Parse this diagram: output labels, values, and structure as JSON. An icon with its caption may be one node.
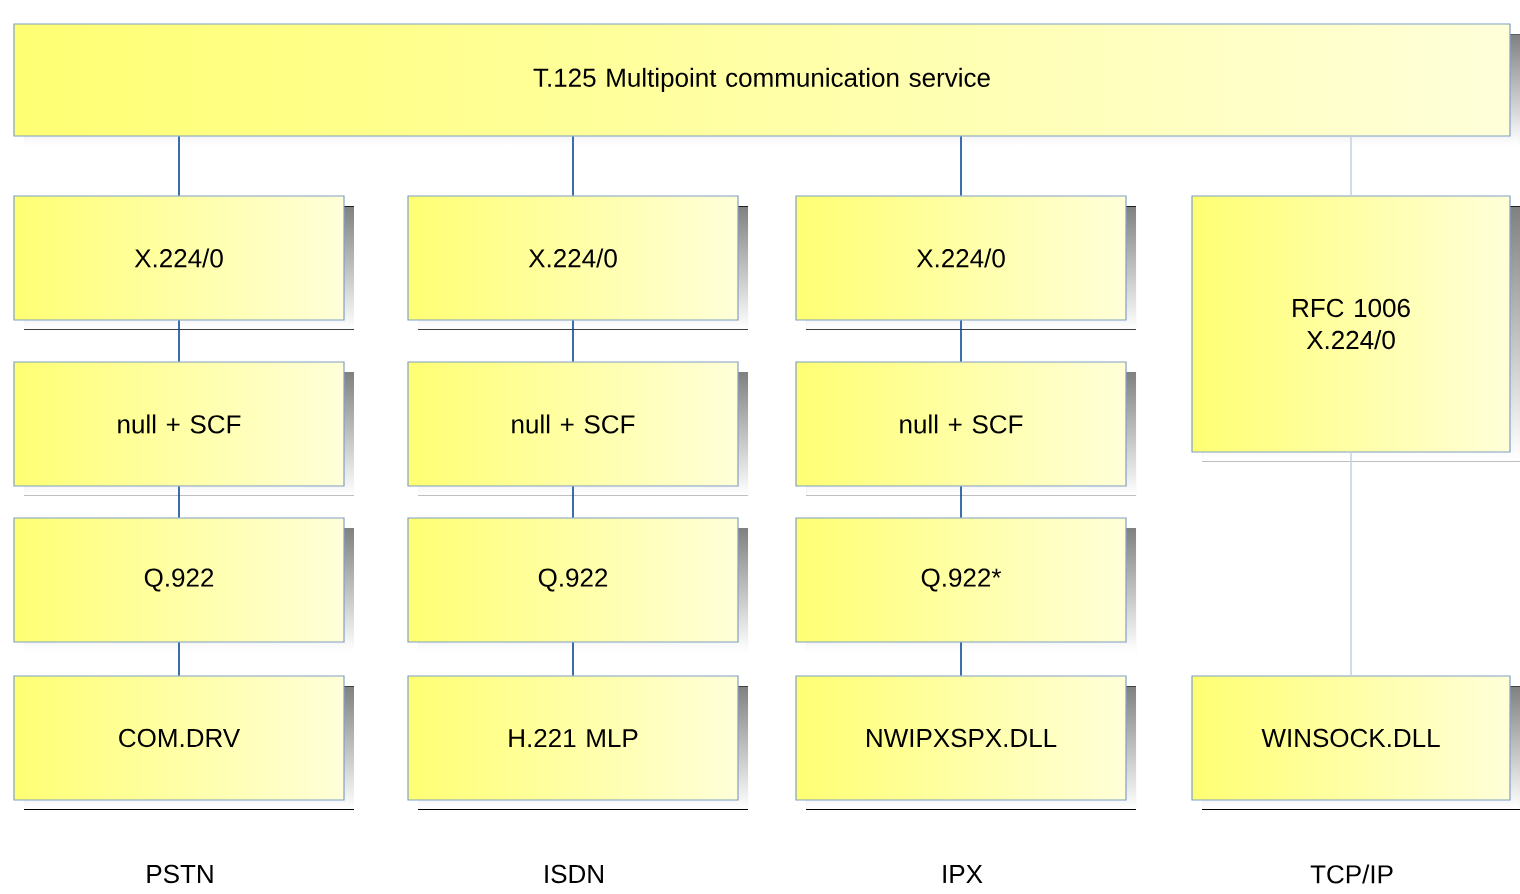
{
  "diagram": {
    "nodes": [
      {
        "text": [
          "T.125 Multipoint communication service"
        ]
      },
      {
        "text": [
          "X.224/0"
        ]
      },
      {
        "text": [
          "null + SCF"
        ]
      },
      {
        "text": [
          "Q.922"
        ]
      },
      {
        "text": [
          "COM.DRV"
        ]
      },
      {
        "text": [
          "X.224/0"
        ]
      },
      {
        "text": [
          "null + SCF"
        ]
      },
      {
        "text": [
          "Q.922"
        ]
      },
      {
        "text": [
          "H.221 MLP"
        ]
      },
      {
        "text": [
          "X.224/0"
        ]
      },
      {
        "text": [
          "null + SCF"
        ]
      },
      {
        "text": [
          "Q.922*"
        ]
      },
      {
        "text": [
          "NWIPXSPX.DLL"
        ]
      },
      {
        "text": [
          "RFC 1006 X.224/0"
        ]
      },
      {
        "text": [
          "WINSOCK.DLL"
        ]
      }
    ],
    "edges": [
      {
        "from": 0,
        "to": 1,
        "arrow": "none"
      },
      {
        "from": 1,
        "to": 2,
        "arrow": "none"
      },
      {
        "from": 2,
        "to": 3,
        "arrow": "none"
      },
      {
        "from": 3,
        "to": 4,
        "arrow": "none"
      },
      {
        "from": 0,
        "to": 5,
        "arrow": "none"
      },
      {
        "from": 5,
        "to": 6,
        "arrow": "none"
      },
      {
        "from": 6,
        "to": 7,
        "arrow": "none"
      },
      {
        "from": 7,
        "to": 8,
        "arrow": "none"
      },
      {
        "from": 0,
        "to": 9,
        "arrow": "none"
      },
      {
        "from": 9,
        "to": 10,
        "arrow": "none"
      },
      {
        "from": 10,
        "to": 11,
        "arrow": "none"
      },
      {
        "from": 11,
        "to": 12,
        "arrow": "none"
      },
      {
        "from": 0,
        "to": 13,
        "arrow": "none",
        "color": "#c8d2e4"
      },
      {
        "from": 13,
        "to": 14,
        "arrow": "none",
        "color": "#c8d2e4"
      }
    ],
    "labels": [
      "PSTN",
      "ISDN",
      "IPX",
      "TCP/IP"
    ]
  }
}
